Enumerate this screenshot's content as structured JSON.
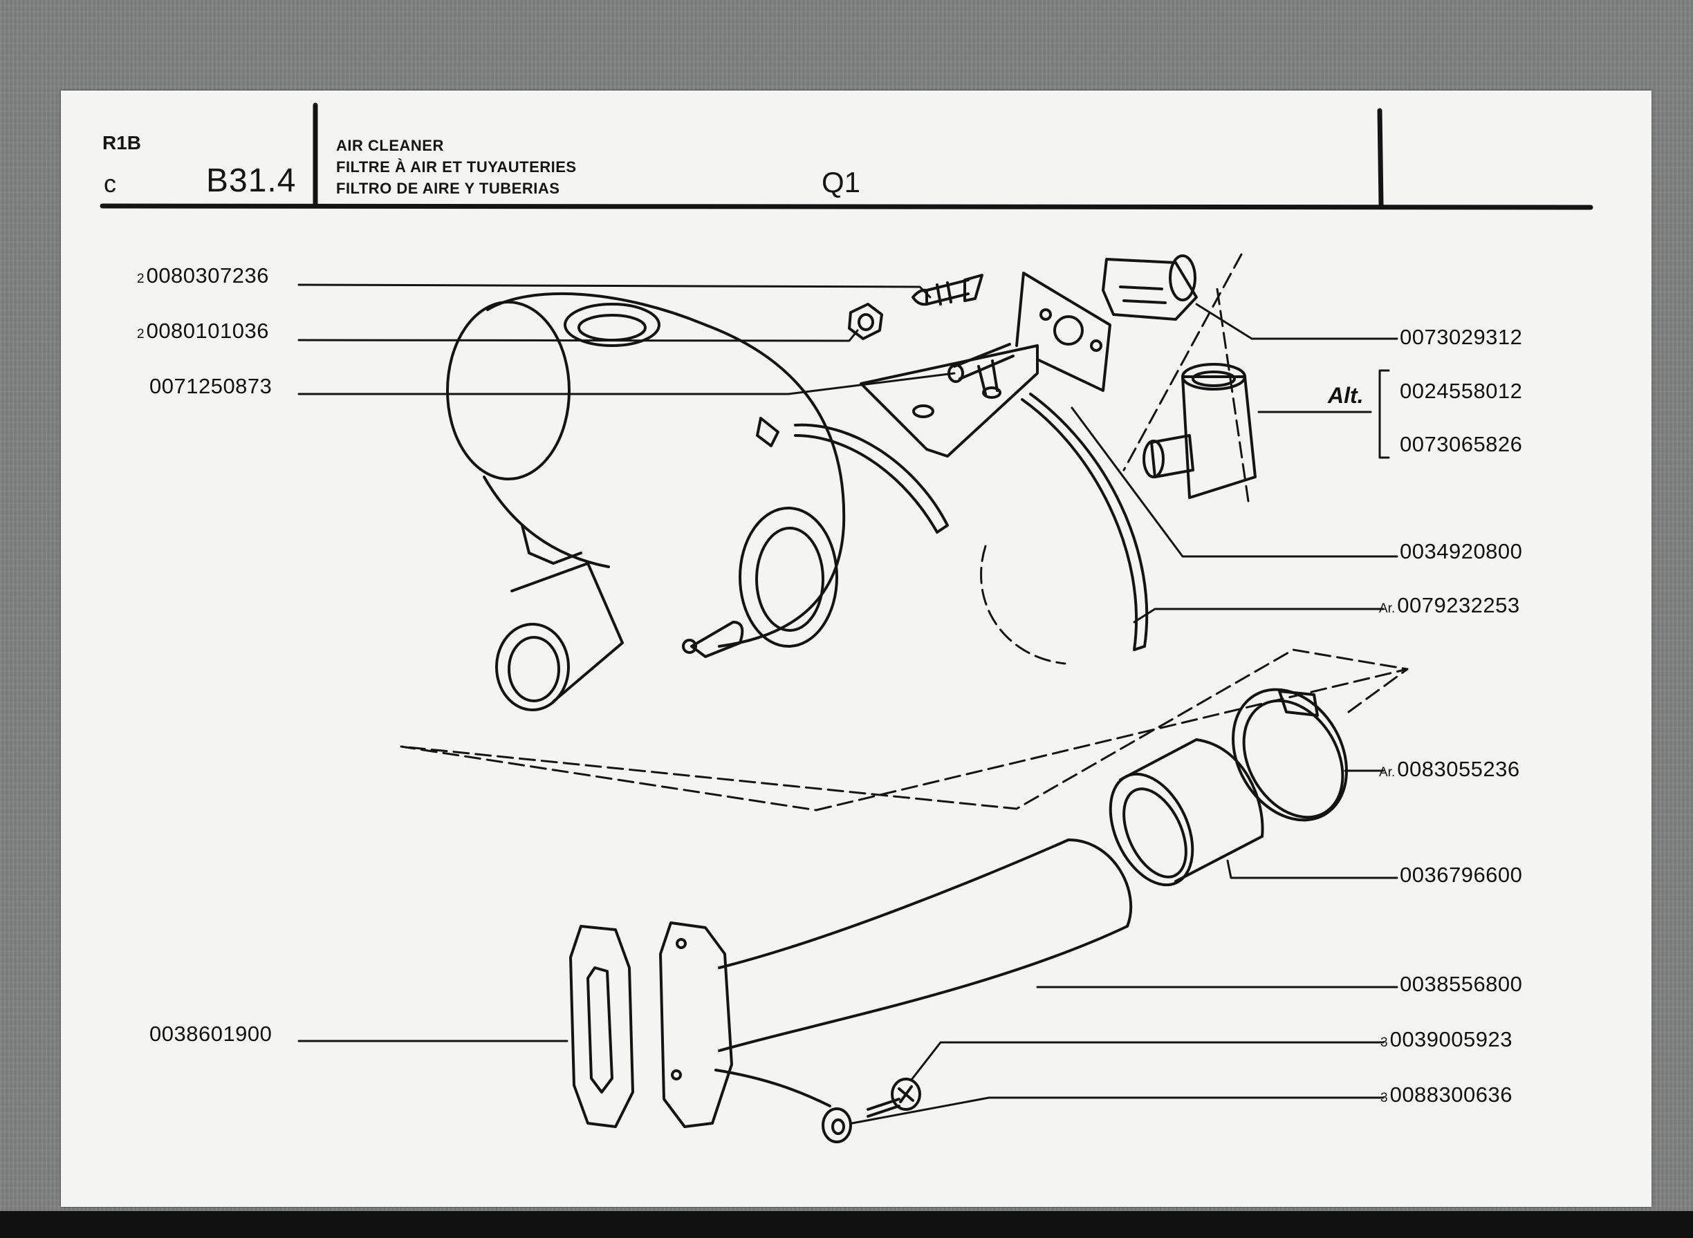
{
  "header": {
    "model": "R1B",
    "variant": "c",
    "group": "B31.4",
    "quality": "Q1",
    "titles": {
      "en": "AIR CLEANER",
      "fr": "FILTRE À AIR ET TUYAUTERIES",
      "es": "FILTRO DE AIRE Y TUBERIAS"
    }
  },
  "alt_label": "Alt.",
  "parts": [
    {
      "id": "bolt",
      "qty": "2",
      "number": "0080307236"
    },
    {
      "id": "nut",
      "qty": "2",
      "number": "0080101036"
    },
    {
      "id": "tee-fitting",
      "qty": "",
      "number": "0071250873"
    },
    {
      "id": "flange-valve",
      "qty": "",
      "number": "0073029312"
    },
    {
      "id": "valve-alt-1",
      "qty": "",
      "number": "0024558012"
    },
    {
      "id": "valve-alt-2",
      "qty": "",
      "number": "0073065826"
    },
    {
      "id": "bracket",
      "qty": "",
      "number": "0034920800"
    },
    {
      "id": "hose",
      "qty": "Ar.",
      "number": "0079232253"
    },
    {
      "id": "hose-clamp",
      "qty": "Ar.",
      "number": "0083055236"
    },
    {
      "id": "rubber-sleeve",
      "qty": "",
      "number": "0036796600"
    },
    {
      "id": "intake-pipe",
      "qty": "",
      "number": "0038556800"
    },
    {
      "id": "gasket",
      "qty": "",
      "number": "0038601900"
    },
    {
      "id": "screw",
      "qty": "3",
      "number": "0039005923"
    },
    {
      "id": "washer",
      "qty": "3",
      "number": "0088300636"
    }
  ]
}
